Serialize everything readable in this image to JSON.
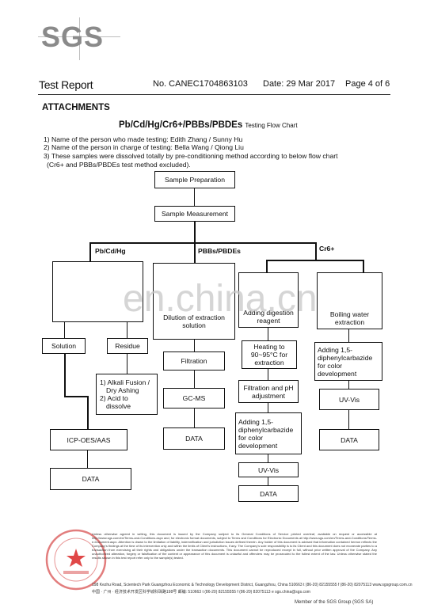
{
  "logo": "SGS",
  "header": {
    "title": "Test Report",
    "report_no": "No. CANEC1704863103",
    "date": "Date: 29 Mar 2017",
    "page": "Page 4 of 6"
  },
  "attachments": "ATTACHMENTS",
  "flow_title": {
    "main": "Pb/Cd/Hg/Cr6+/PBBs/PBDEs",
    "sub": "Testing Flow Chart"
  },
  "notes": [
    "1) Name of the person who made testing: Edith Zhang / Sunny Hu",
    "2) Name of the person in charge of testing: Bella Wang / Qiong Liu",
    "3) These samples were dissolved totally by pre-conditioning method according to below flow chart",
    "(Cr6+ and PBBs/PBDEs test method excluded)."
  ],
  "flow": {
    "sample_prep": "Sample Preparation",
    "sample_meas": "Sample Measurement",
    "branch_pb": "Pb/Cd/Hg",
    "branch_pbb": "PBBs/PBDEs",
    "branch_cr": "Cr6+",
    "solution": "Solution",
    "residue": "Residue",
    "alkali_1": "1) Alkali Fusion /",
    "alkali_2": "Dry Ashing",
    "alkali_3": "2) Acid to",
    "alkali_4": "dissolve",
    "icp": "ICP-OES/AAS",
    "data_left": "DATA",
    "dilution": "Dilution of extraction solution",
    "filtration": "Filtration",
    "gcms": "GC-MS",
    "data_mid": "DATA",
    "adding_digestion": "Adding digestion reagent",
    "heating": "Heating to 90~95°C for extraction",
    "filtration_ph": "Filtration and pH adjustment",
    "adding_15": "Adding 1,5-diphenylcarbazide for color development",
    "uvvis_mid": "UV-Vis",
    "data_cr1": "DATA",
    "boiling": "Boiling water extraction",
    "adding_15b": "Adding 1,5-diphenylcarbazide for color development",
    "uvvis_right": "UV-Vis",
    "data_cr2": "DATA"
  },
  "watermark": "en.china.cn",
  "fine_print": "Unless otherwise agreed in writing, this document is issued by the Company subject to its General Conditions of Service printed overleaf, available on request or accessible at http://www.sgs.com/en/Terms-and-Conditions.aspx and, for electronic format documents, subject to Terms and Conditions for Electronic Documents at http://www.sgs.com/en/Terms-and-Conditions/Terms-e-Document.aspx. Attention is drawn to the limitation of liability, indemnification and jurisdiction issues defined therein. Any holder of this document is advised that information contained hereon reflects the Company's findings at the time of its intervention only and within the limits of Client's instructions, if any. The Company's sole responsibility is to its Client and this document does not exonerate parties to a transaction from exercising all their rights and obligations under the transaction documents. This document cannot be reproduced except in full, without prior written approval of the Company. Any unauthorized alteration, forgery or falsification of the content or appearance of this document is unlawful and offenders may be prosecuted to the fullest extent of the law. Unless otherwise stated the results shown in this test report refer only to the sample(s) tested.",
  "addr1": "198 Kezhu Road, Scientech Park Guangzhou Economic & Technology Development District, Guangzhou, China   510663   t (86-20) 82155555   f (86-20) 82075113   www.sgsgroup.com.cn",
  "addr2": "中国 · 广州 · 经济技术开发区科学城科珠路198号          邮编: 510663   t (86-20) 82155555   f (86-20) 82075113   e sgs.china@sgs.com",
  "member": "Member of the SGS Group (SGS SA)"
}
